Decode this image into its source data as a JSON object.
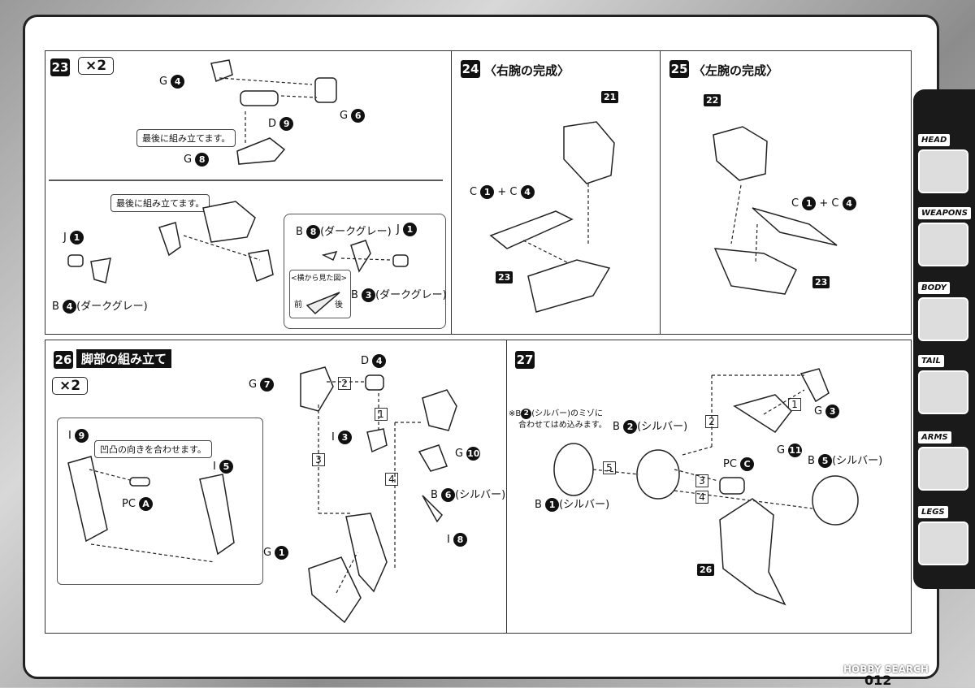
{
  "steps": {
    "s23": {
      "num": "23",
      "mult": "×2",
      "parts": {
        "g4": "G",
        "g4n": "4",
        "d9": "D",
        "d9n": "9",
        "g6": "G",
        "g6n": "6",
        "g8": "G",
        "g8n": "8"
      },
      "note_last": "最後に組み立てます。",
      "sub": {
        "j1": "J",
        "j1n": "1",
        "b4": "B",
        "b4n": "4",
        "b4c": "(ダークグレー)",
        "note_last2": "最後に組み立てます。"
      },
      "inset": {
        "b8": "B",
        "b8n": "8",
        "b8c": "(ダークグレー)",
        "j1": "J",
        "j1n": "1",
        "side": "<横から見た図>",
        "front": "前",
        "back": "後",
        "b3": "B",
        "b3n": "3",
        "b3c": "(ダークグレー)"
      }
    },
    "s24": {
      "num": "24",
      "title": "〈右腕の完成〉",
      "tag21": "21",
      "c1": "C",
      "c1n": "1",
      "plus": "+",
      "c4": "C",
      "c4n": "4",
      "tag23": "23"
    },
    "s25": {
      "num": "25",
      "title": "〈左腕の完成〉",
      "tag22": "22",
      "c1": "C",
      "c1n": "1",
      "plus": "+",
      "c4": "C",
      "c4n": "4",
      "tag23": "23"
    },
    "s26": {
      "num": "26",
      "title": "脚部の組み立て",
      "mult": "×2",
      "inset": {
        "i9": "I",
        "i9n": "9",
        "i5": "I",
        "i5n": "5",
        "note": "凹凸の向きを合わせます。",
        "pca": "PC",
        "pcan": "A"
      },
      "parts": {
        "g7": "G",
        "g7n": "7",
        "d4": "D",
        "d4n": "4",
        "i3": "I",
        "i3n": "3",
        "g10": "G",
        "g10n": "10",
        "b6": "B",
        "b6n": "6",
        "b6c": "(シルバー)",
        "i8": "I",
        "i8n": "8",
        "g1": "G",
        "g1n": "1"
      },
      "steps": [
        "1",
        "2",
        "3",
        "4"
      ]
    },
    "s27": {
      "num": "27",
      "note": "※B",
      "note_n": "2",
      "note_rest": "(シルバー)のミゾに",
      "note2": "合わせてはめ込みます。",
      "parts": {
        "b2": "B",
        "b2n": "2",
        "b2c": "(シルバー)",
        "b1": "B",
        "b1n": "1",
        "b1c": "(シルバー)",
        "pcc": "PC",
        "pccn": "C",
        "g3": "G",
        "g3n": "3",
        "g11": "G",
        "g11n": "11",
        "b5": "B",
        "b5n": "5",
        "b5c": "(シルバー)",
        "tag26": "26"
      },
      "steps": [
        "1",
        "2",
        "3",
        "4",
        "5"
      ]
    }
  },
  "sidebar": [
    {
      "label": "HEAD",
      "icon": "head-icon"
    },
    {
      "label": "WEAPONS",
      "icon": "weapons-icon"
    },
    {
      "label": "BODY",
      "icon": "body-icon"
    },
    {
      "label": "TAIL",
      "icon": "tail-icon"
    },
    {
      "label": "ARMS",
      "icon": "arms-icon"
    },
    {
      "label": "LEGS",
      "icon": "legs-icon"
    }
  ],
  "page_number": "012",
  "watermark": "HOBBY SEARCH"
}
